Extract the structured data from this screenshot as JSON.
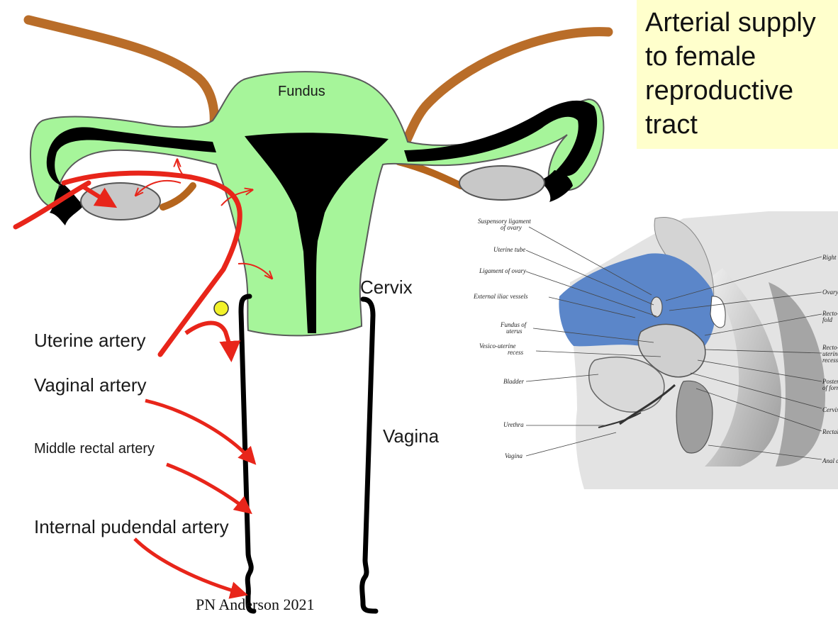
{
  "title": "Arterial supply to female reproductive tract",
  "labels": {
    "fundus": "Fundus",
    "cervix": "Cervix",
    "vagina": "Vagina",
    "uterine_artery": "Uterine artery",
    "vaginal_artery": "Vaginal artery",
    "middle_rectal_artery": "Middle rectal artery",
    "internal_pudendal_artery": "Internal pudendal artery"
  },
  "credit": "PN Anderson 2021",
  "inset_labels": {
    "suspensory": [
      "Suspensory ligament",
      "of ovary"
    ],
    "uterine_tube": "Uterine tube",
    "ligament_ovary": "Ligament of ovary",
    "external_iliac": "External iliac vessels",
    "fundus_uterus": [
      "Fundus of",
      "uterus"
    ],
    "vesico_uterine": [
      "Vesico-uterine",
      "recess"
    ],
    "bladder": "Bladder",
    "urethra": "Urethra",
    "vagina": "Vagina",
    "right": "Right",
    "ovary": "Ovary",
    "recto_fold": [
      "Recto-",
      "fold"
    ],
    "recto_uterine": [
      "Recto-",
      "uterine",
      "recess"
    ],
    "posterior": [
      "Posteri",
      "of forni"
    ],
    "cervix": "Cervix",
    "rectal": "Rectal",
    "anal": "Anal ca"
  },
  "colors": {
    "uterus_fill": "#a6f59a",
    "lumen": "#000000",
    "ligament": "#b5651d",
    "ovary": "#c8c8c8",
    "artery": "#e8251a",
    "marker": "#f2f22a",
    "peritoneum_blue": "#5b86c9",
    "title_bg": "#ffffcc"
  }
}
